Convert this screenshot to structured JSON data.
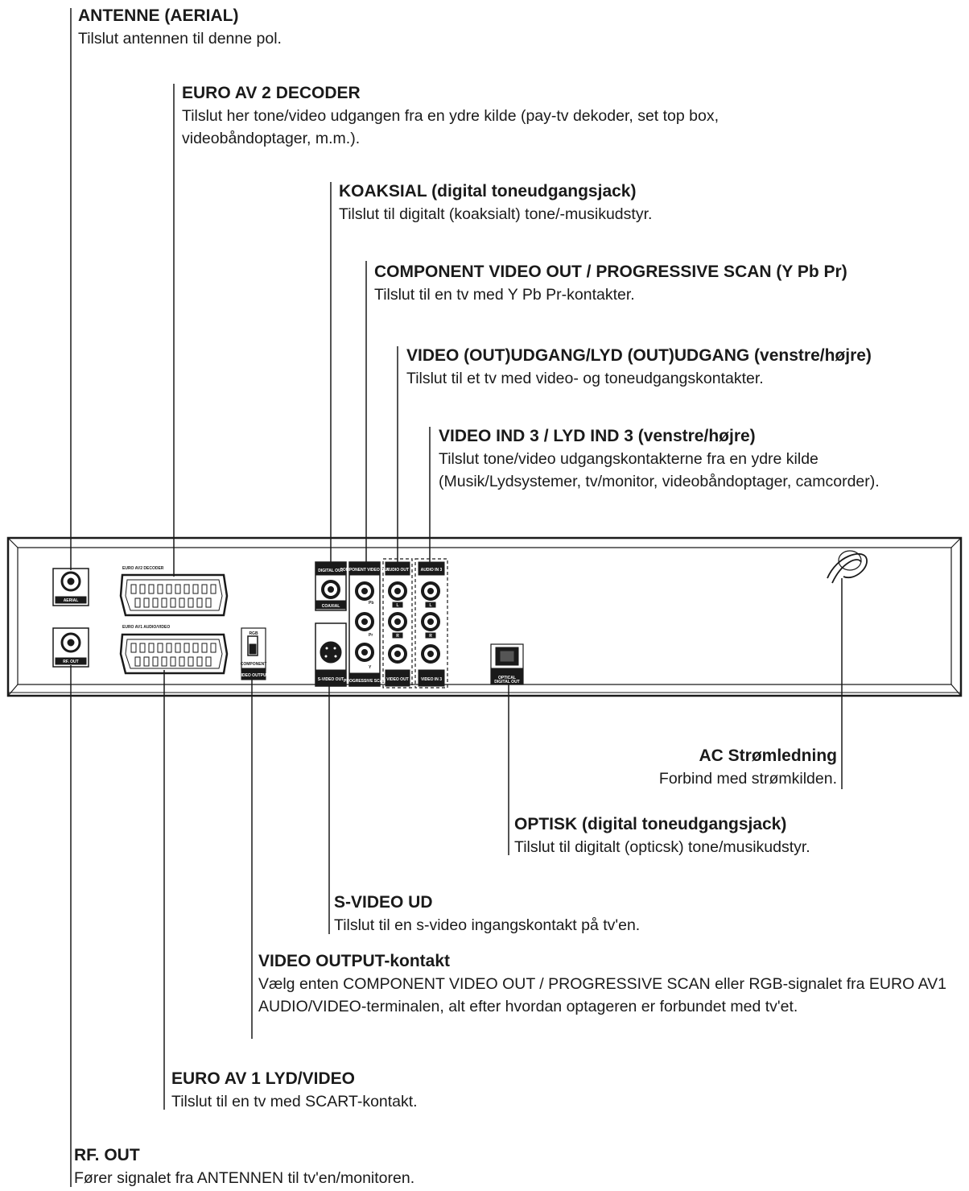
{
  "callouts": {
    "antenne": {
      "title": "ANTENNE (AERIAL)",
      "desc": "Tilslut antennen til denne pol."
    },
    "euro_av2": {
      "title": "EURO AV 2 DECODER",
      "desc": "Tilslut her tone/video udgangen fra en ydre kilde (pay-tv dekoder, set top box, videobåndoptager, m.m.)."
    },
    "koaksial": {
      "title": "KOAKSIAL (digital toneudgangsjack)",
      "desc": "Tilslut til digitalt (koaksialt) tone/-musikudstyr."
    },
    "component": {
      "title": "COMPONENT VIDEO OUT / PROGRESSIVE SCAN (Y Pb Pr)",
      "desc": "Tilslut til en tv med Y Pb Pr-kontakter."
    },
    "video_out": {
      "title": "VIDEO (OUT)UDGANG/LYD (OUT)UDGANG (venstre/højre)",
      "desc": "Tilslut til et tv med video- og toneudgangskontakter."
    },
    "video_ind3": {
      "title": "VIDEO IND 3 / LYD IND 3 (venstre/højre)",
      "desc": "Tilslut tone/video udgangskontakterne fra en ydre kilde (Musik/Lydsystemer, tv/monitor, videobåndoptager, camcorder)."
    },
    "ac": {
      "title": "AC Strømledning",
      "desc": "Forbind med strømkilden."
    },
    "optisk": {
      "title": "OPTISK (digital toneudgangsjack)",
      "desc": "Tilslut til digitalt (opticsk) tone/musikudstyr."
    },
    "svideo": {
      "title": "S-VIDEO UD",
      "desc": "Tilslut til en s-video ingangskontakt på tv'en."
    },
    "video_output": {
      "title": "VIDEO OUTPUT-kontakt",
      "desc": "Vælg enten COMPONENT VIDEO OUT / PROGRESSIVE SCAN eller RGB-signalet fra EURO AV1 AUDIO/VIDEO-terminalen, alt efter hvordan optageren er forbundet med tv'et."
    },
    "euro_av1": {
      "title": "EURO AV 1 LYD/VIDEO",
      "desc": "Tilslut til en tv med SCART-kontakt."
    },
    "rf_out": {
      "title": "RF. OUT",
      "desc": "Fører signalet fra ANTENNEN til tv'en/monitoren."
    }
  },
  "panel_labels": {
    "aerial": "AERIAL",
    "rf_out": "RF. OUT",
    "euro_av2": "EURO AV2 DECODER",
    "euro_av1": "EURO AV1 AUDIO/VIDEO",
    "digital_out": "DIGITAL OUT",
    "coaxial": "COAXIAL",
    "component_video_out": "COMPONENT VIDEO OUT",
    "pb": "Pb",
    "pr": "Pr",
    "y": "Y",
    "progressive_scan": "PROGRESSIVE SCAN",
    "audio_out": "AUDIO OUT",
    "audio_in3": "AUDIO IN 3",
    "l": "L",
    "r": "R",
    "video_out": "VIDEO OUT",
    "video_in3": "VIDEO IN 3",
    "s_video_out": "S-VIDEO OUT",
    "rgb": "RGB",
    "component": "COMPONENT",
    "video_output": "VIDEO OUTPUT",
    "optical": "OPTICAL",
    "digital_out_optical": "DIGITAL OUT"
  }
}
